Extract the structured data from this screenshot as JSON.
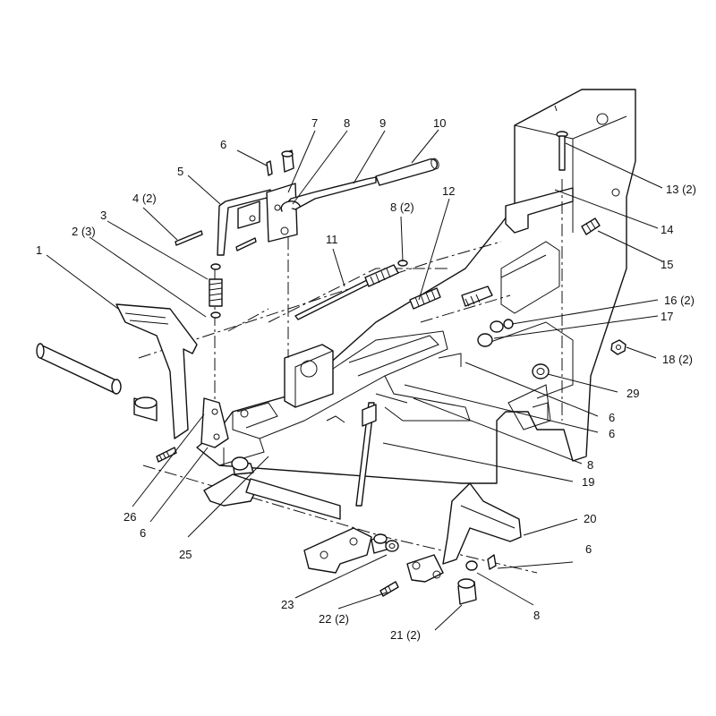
{
  "callouts": {
    "c1": "1",
    "c2": "2 (3)",
    "c3": "3",
    "c4": "4 (2)",
    "c5": "5",
    "c6a": "6",
    "c7": "7",
    "c8a": "8",
    "c9": "9",
    "c10": "10",
    "c11": "11",
    "c8b": "8 (2)",
    "c12": "12",
    "c13": "13 (2)",
    "c14": "14",
    "c15": "15",
    "c16": "16 (2)",
    "c17": "17",
    "c18": "18 (2)",
    "c29": "29",
    "c6b": "6",
    "c6c": "6",
    "c8c": "8",
    "c19": "19",
    "c26": "26",
    "c6d": "6",
    "c25": "25",
    "c20": "20",
    "c6e": "6",
    "c23": "23",
    "c8d": "8",
    "c22": "22 (2)",
    "c21": "21 (2)"
  }
}
